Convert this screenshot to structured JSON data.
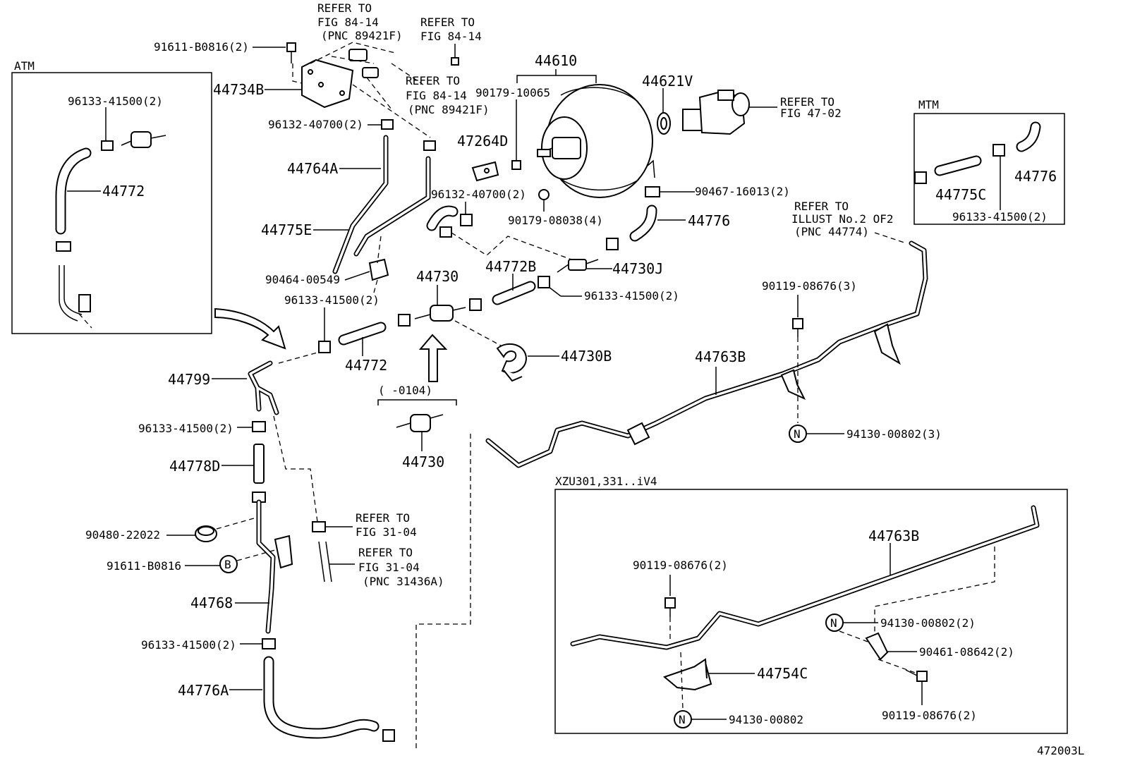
{
  "boxes": {
    "atm": "ATM",
    "mtm": "MTM",
    "xzu": "XZU301,331..iV4"
  },
  "refs": {
    "r1": [
      "REFER TO",
      "FIG 84-14",
      "(PNC 89421F)"
    ],
    "r2": [
      "REFER TO",
      "FIG 84-14"
    ],
    "r3": [
      "REFER TO",
      "FIG 84-14",
      "(PNC 89421F)"
    ],
    "r4": [
      "REFER TO",
      "FIG 47-02"
    ],
    "r5": [
      "REFER TO",
      "ILLUST No.2 OF2",
      "(PNC 44774)"
    ],
    "r6": [
      "REFER TO",
      "FIG 31-04"
    ],
    "r7": [
      "REFER TO",
      "FIG 31-04",
      "(PNC 31436A)"
    ]
  },
  "labels": {
    "p91611_2": "91611-B0816(2)",
    "p44734B": "44734B",
    "p96132_a": "96132-40700(2)",
    "p44764A": "44764A",
    "p44775E": "44775E",
    "p90464": "90464-00549",
    "p96133_a": "96133-41500(2)",
    "p44772_a": "44772",
    "p44730": "44730",
    "p44772B": "44772B",
    "p44730J": "44730J",
    "p96133_b": "96133-41500(2)",
    "p44730B": "44730B",
    "p44610": "44610",
    "p90179_10065": "90179-10065",
    "p47264D": "47264D",
    "p96132_b": "96132-40700(2)",
    "p90179_08038": "90179-08038(4)",
    "p44621V": "44621V",
    "p90467": "90467-16013(2)",
    "p44776_a": "44776",
    "p96133_atm": "96133-41500(2)",
    "p44772_atm": "44772",
    "p44775C": "44775C",
    "p44776_mtm": "44776",
    "p96133_mtm": "96133-41500(2)",
    "p90119_a": "90119-08676(3)",
    "p44763B_a": "44763B",
    "p94130_a": "94130-00802(3)",
    "p44799": "44799",
    "p96133_c": "96133-41500(2)",
    "p44778D": "44778D",
    "p90480": "90480-22022",
    "p91611_b": "91611-B0816",
    "p44768": "44768",
    "p96133_d": "96133-41500(2)",
    "p44776A": "44776A",
    "p0104": "(      -0104)",
    "p44730_b": "44730",
    "p44763B_b": "44763B",
    "p90119_b": "90119-08676(2)",
    "p94130_b": "94130-00802(2)",
    "p90461": "90461-08642(2)",
    "p44754C": "44754C",
    "p94130_c": "94130-00802",
    "p90119_c": "90119-08676(2)",
    "fig": "472003L"
  },
  "markers": {
    "n": "N",
    "b": "B"
  }
}
